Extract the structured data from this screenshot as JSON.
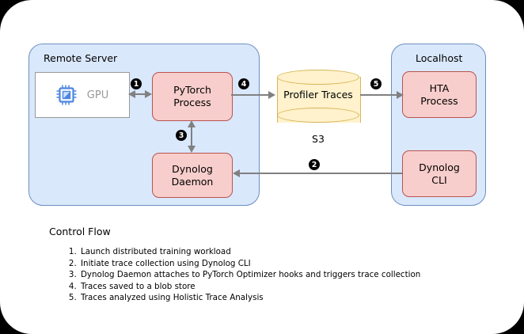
{
  "diagram": {
    "remote_server": {
      "title": "Remote Server",
      "gpu": {
        "label": "GPU",
        "icon": "chip-icon"
      },
      "pytorch_process": "PyTorch\nProcess",
      "pytorch_process_lines": [
        "PyTorch",
        "Process"
      ],
      "dynolog_daemon_lines": [
        "Dynolog",
        "Daemon"
      ]
    },
    "storage": {
      "cylinder_label": "Profiler Traces",
      "caption": "S3"
    },
    "localhost": {
      "title": "Localhost",
      "hta_process_lines": [
        "HTA",
        "Process"
      ],
      "dynolog_cli_lines": [
        "Dynolog",
        "CLI"
      ]
    },
    "badges": {
      "b1": "1",
      "b2": "2",
      "b3": "3",
      "b4": "4",
      "b5": "5"
    }
  },
  "control_flow": {
    "title": "Control Flow",
    "steps": [
      "Launch distributed training workload",
      "Initiate trace collection using Dynolog CLI",
      "Dynolog Daemon attaches to PyTorch Optimizer hooks and triggers trace collection",
      "Traces saved to a blob store",
      "Traces analyzed using Holistic Trace Analysis"
    ]
  },
  "colors": {
    "panel_fill": "#dae8fc",
    "panel_stroke": "#6c8ebf",
    "process_fill": "#f8cecc",
    "process_stroke": "#b85450",
    "cylinder_fill": "#fff2cc",
    "cylinder_stroke": "#d6b656",
    "arrow": "#808080",
    "badge": "#000000"
  }
}
